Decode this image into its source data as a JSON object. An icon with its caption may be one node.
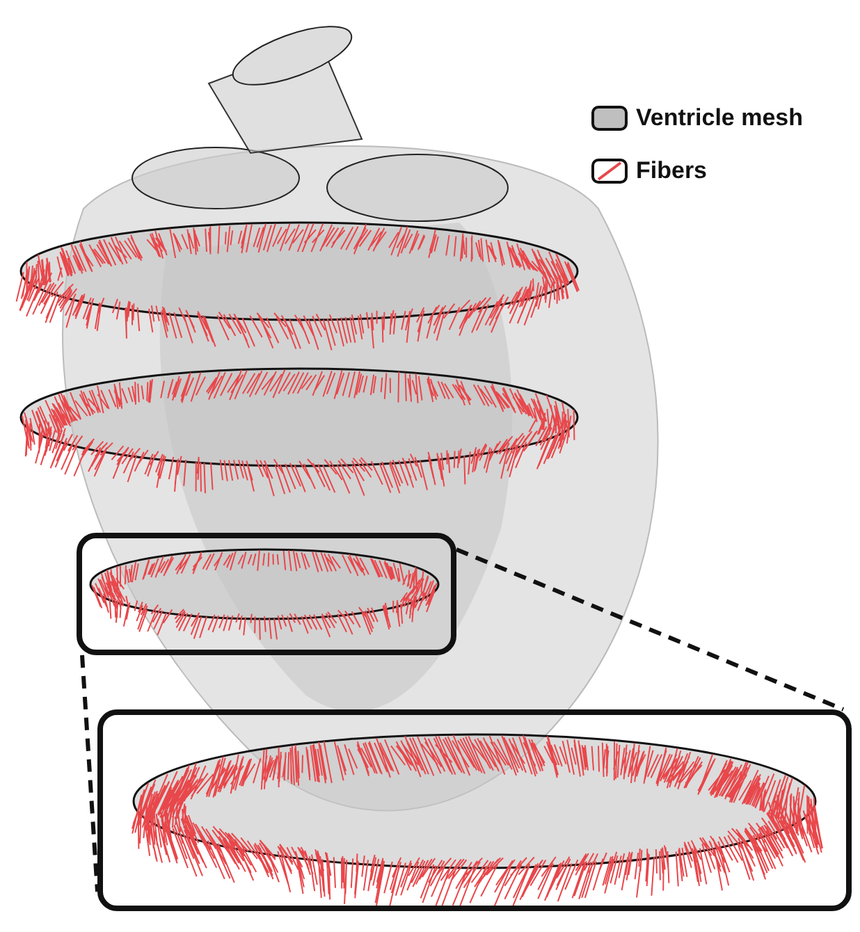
{
  "diagram": {
    "nodes": [
      {
        "text": [],
        "shape": "box"
      },
      {
        "text": [],
        "shape": "box"
      }
    ],
    "edges": [
      {
        "from": 0,
        "to": 1,
        "arrow": "none",
        "style": "dashed"
      },
      {
        "from": 0,
        "to": 1,
        "arrow": "none",
        "style": "dashed"
      }
    ],
    "legend": [
      {
        "text": "Ventricle mesh",
        "color": "#bfbfbf"
      },
      {
        "text": "Fibers"
      }
    ]
  }
}
